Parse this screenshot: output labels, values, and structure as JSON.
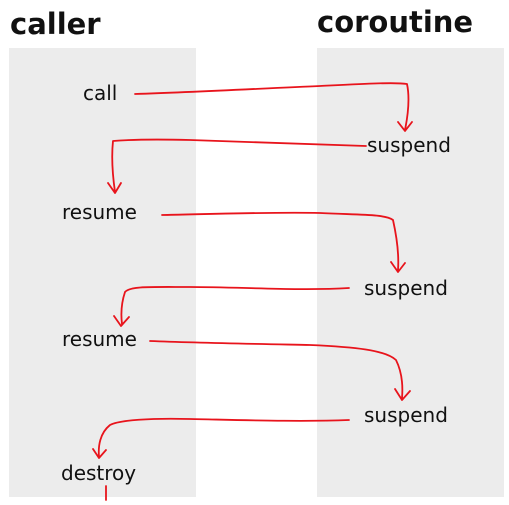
{
  "lanes": {
    "caller": "caller",
    "coroutine": "coroutine"
  },
  "steps": {
    "call": "call",
    "suspend_1": "suspend",
    "resume_1": "resume",
    "suspend_2": "suspend",
    "resume_2": "resume",
    "suspend_3": "suspend",
    "destroy": "destroy"
  },
  "colors": {
    "lane_background": "#ececec",
    "arrow": "#e8141c",
    "text": "#111111"
  }
}
